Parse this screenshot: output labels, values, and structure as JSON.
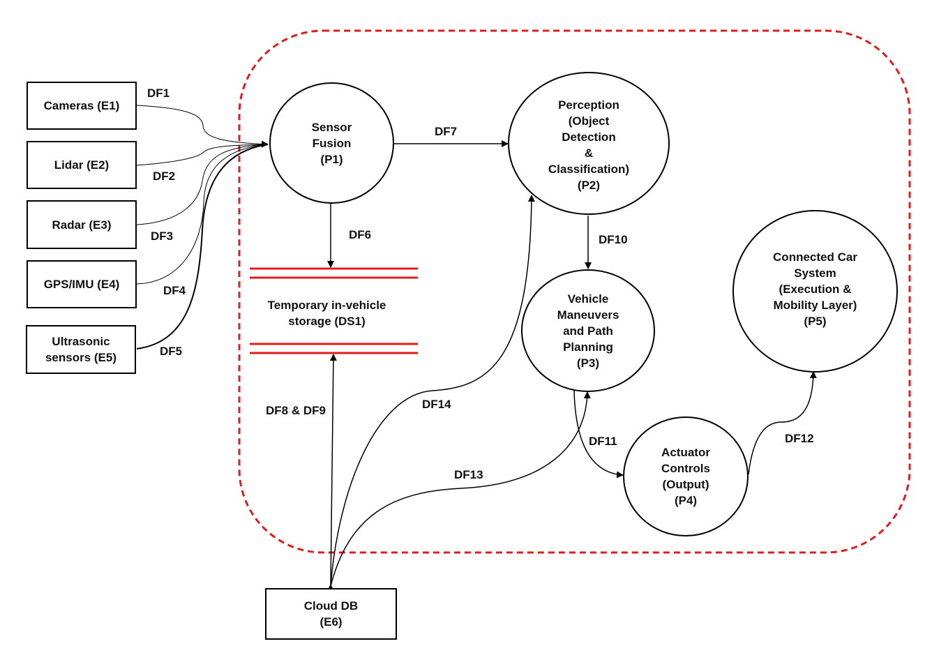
{
  "entities": {
    "e1": "Cameras (E1)",
    "e2": "Lidar  (E2)",
    "e3": "Radar (E3)",
    "e4": "GPS/IMU  (E4)",
    "e5": "Ultrasonic\nsensors  (E5)",
    "e6": "Cloud DB\n(E6)"
  },
  "processes": {
    "p1": "Sensor\nFusion\n(P1)",
    "p2": "Perception\n(Object\nDetection\n&\nClassification)\n(P2)",
    "p3": "Vehicle\nManeuvers\nand Path\nPlanning\n(P3)",
    "p4": "Actuator\nControls\n(Output)\n(P4)",
    "p5": "Connected Car\nSystem\n(Execution &\nMobility Layer)\n(P5)"
  },
  "datastore": {
    "ds1": "Temporary in-vehicle\nstorage  (DS1)"
  },
  "flows": {
    "df1": "DF1",
    "df2": "DF2",
    "df3": "DF3",
    "df4": "DF4",
    "df5": "DF5",
    "df6": "DF6",
    "df7": "DF7",
    "df8_9": "DF8 & DF9",
    "df10": "DF10",
    "df11": "DF11",
    "df12": "DF12",
    "df13": "DF13",
    "df14": "DF14"
  },
  "colors": {
    "boundary": "#e31b1b",
    "datastore_lines": "#e31b1b",
    "stroke": "#000000"
  }
}
